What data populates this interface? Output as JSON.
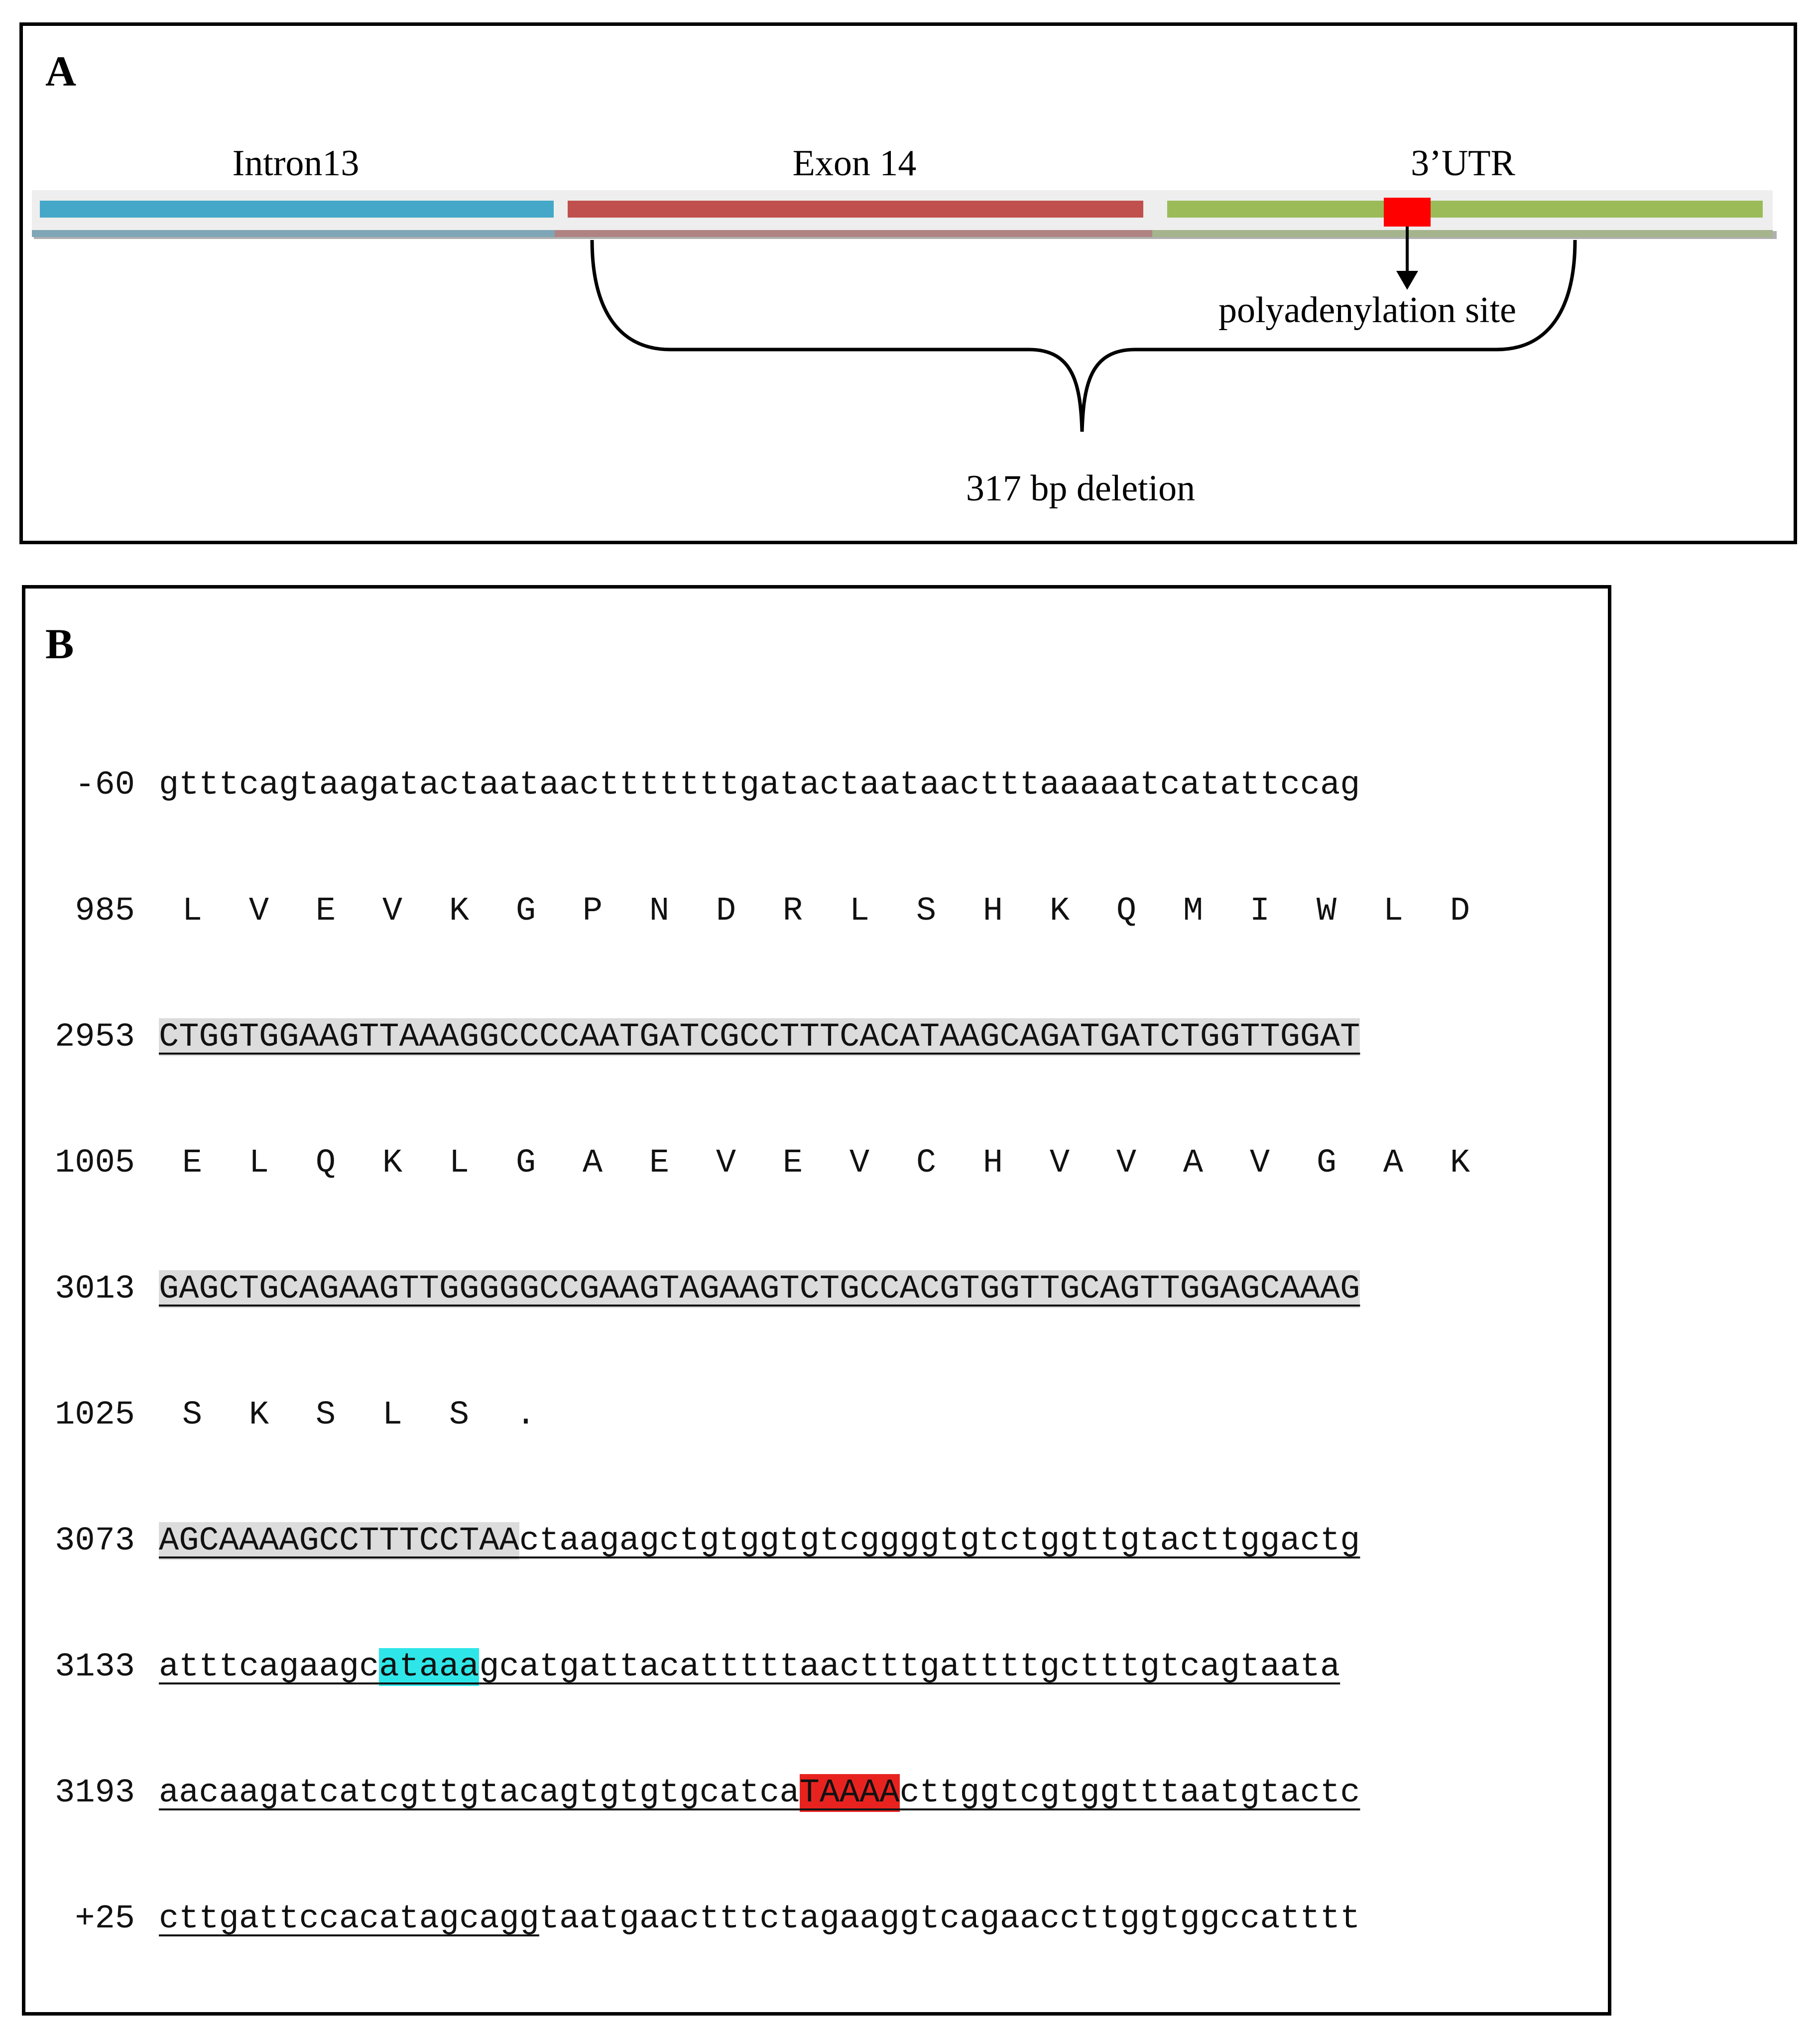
{
  "panel_a": {
    "letter": "A",
    "segments": [
      {
        "label": "Intron13",
        "color": "#46a8c8"
      },
      {
        "label": "Exon 14",
        "color": "#c0504d"
      },
      {
        "label": "3’UTR",
        "color": "#9bbb59"
      }
    ],
    "polya_color": "#ff0000",
    "polya_label": "polyadenylation site",
    "deletion_label": "317 bp deletion"
  },
  "panel_b": {
    "letter": "B",
    "rows": [
      {
        "num": "-60",
        "kind": "seq",
        "parts": [
          {
            "t": "gtttcagtaagatactaataactttttttgatactaataactttaaaaatcatattccag",
            "s": ""
          }
        ]
      },
      {
        "num": "985",
        "kind": "aa",
        "residues": [
          "L",
          "V",
          "E",
          "V",
          "K",
          "G",
          "P",
          "N",
          "D",
          "R",
          "L",
          "S",
          "H",
          "K",
          "Q",
          "M",
          "I",
          "W",
          "L",
          "D"
        ]
      },
      {
        "num": "2953",
        "kind": "seq",
        "parts": [
          {
            "t": "CTGGTGGAAGTTAAAGGCCCCAATGATCGCCTTTCACATAAGCAGATGATCTGGTTGGAT",
            "s": "u hl-gray"
          }
        ]
      },
      {
        "num": "1005",
        "kind": "aa",
        "residues": [
          "E",
          "L",
          "Q",
          "K",
          "L",
          "G",
          "A",
          "E",
          "V",
          "E",
          "V",
          "C",
          "H",
          "V",
          "V",
          "A",
          "V",
          "G",
          "A",
          "K"
        ]
      },
      {
        "num": "3013",
        "kind": "seq",
        "parts": [
          {
            "t": "GAGCTGCAGAAGTTGGGGGCCGAAGTAGAAGTCTGCCACGTGGTTGCAGTTGGAGCAAAG",
            "s": "u hl-gray"
          }
        ]
      },
      {
        "num": "1025",
        "kind": "aa",
        "residues": [
          "S",
          "K",
          "S",
          "L",
          "S",
          "."
        ]
      },
      {
        "num": "3073",
        "kind": "seq",
        "parts": [
          {
            "t": "AGCAAAAGCCTTTCCTAA",
            "s": "u hl-gray"
          },
          {
            "t": "ctaagagctgtggtgtcggggtgtctggttgtacttggactg",
            "s": "u"
          }
        ]
      },
      {
        "num": "3133",
        "kind": "seq",
        "parts": [
          {
            "t": "atttcagaagc",
            "s": "u"
          },
          {
            "t": "ataaa",
            "s": "u hl-cyan"
          },
          {
            "t": "gcatgattacatttttaactttgattttgctttgtcagtaata",
            "s": "u"
          }
        ]
      },
      {
        "num": "3193",
        "kind": "seq",
        "parts": [
          {
            "t": "aacaagatcatcgttgtacagtgtgtgcatca",
            "s": "u"
          },
          {
            "t": "TAAAA",
            "s": "u hl-red"
          },
          {
            "t": "cttggtcgtggtttaatgtactc",
            "s": "u"
          }
        ]
      },
      {
        "num": "+25",
        "kind": "seq",
        "parts": [
          {
            "t": "cttgattccacatagcagg",
            "s": "u"
          },
          {
            "t": "taatgaactttctagaaggtcagaaccttggtggccatttt",
            "s": ""
          }
        ]
      }
    ]
  }
}
